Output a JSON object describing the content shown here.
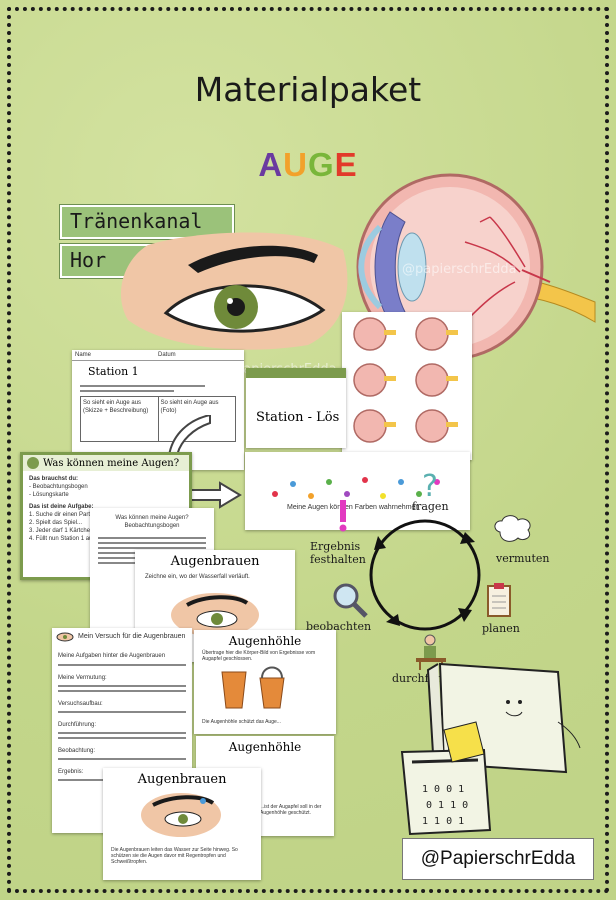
{
  "title": "Materialpaket",
  "subtitle_letters": [
    "A",
    "U",
    "G",
    "E"
  ],
  "labels": {
    "label1": "Tränenkanal",
    "label2": "Hor"
  },
  "watermark": "@papierschrEdda",
  "handle": "@PapierschrEdda",
  "station1": {
    "title": "Station 1",
    "header_name": "Name",
    "header_datum": "Datum",
    "col1": "So sieht ein Auge aus (Skizze + Beschreibung)",
    "col2": "So sieht ein Auge aus (Foto)"
  },
  "station_los": "Station - Lös",
  "card_meine_augen": {
    "title": "Was können meine Augen?",
    "brauchst": "Das brauchst du:",
    "items": [
      "- Beobachtungsbogen",
      "- Lösungskarte"
    ],
    "aufgaben": "Das ist deine Aufgabe:",
    "steps": [
      "1. Suche dir einen Partner",
      "2. Spielt das Spiel...",
      "3. Jeder darf 1 Kärtchen",
      "4. Füllt nun Station 1 aus"
    ]
  },
  "card_meine_augen2": {
    "title": "Was können meine Augen? Beobachtungsbogen"
  },
  "farben_sentence": "Meine Augen können Farben wahrnehmen",
  "cycle": {
    "fragen": "fragen",
    "vermuten": "vermuten",
    "planen": "planen",
    "durchfuehren": "durchführen",
    "beobachten": "beobachten",
    "ergebnis": "Ergebnis festhalten"
  },
  "augenbrauen_card": {
    "title": "Augenbrauen",
    "text": "Zeichne ein, wo der Wasserfall verläuft."
  },
  "versuch_card": {
    "title": "Mein Versuch für die Augenbrauen",
    "rows": [
      "Meine Aufgaben hinter die Augenbrauen",
      "Meine Vermutung:",
      "Versuchsaufbau:",
      "Durchführung:",
      "Beobachtung:",
      "Ergebnis:"
    ]
  },
  "augenhoehle_card": {
    "title": "Augenhöhle",
    "text": "Übertrage hier die Körper-Bild von Ergebnisse vom Augapfel geschlossen.",
    "caption": "Die Augenhöhle schützt das Auge..."
  },
  "augenhoehle_card2": {
    "title": "Augenhöhle",
    "text": "...ist der Augapfel soll in der Augenhöhle geschützt."
  },
  "augenbrauen_card2": {
    "title": "Augenbrauen",
    "text": "Die Augenbrauen leiten das Wasser zur Seite hinweg. So schützen sie die Augen davor mit Regentropfen und Schweißtropfen."
  },
  "colors": {
    "background": "#c8d98f",
    "label_green": "#9bc27a",
    "iris": "#6f8a3a",
    "skin": "#f0c6a6"
  }
}
